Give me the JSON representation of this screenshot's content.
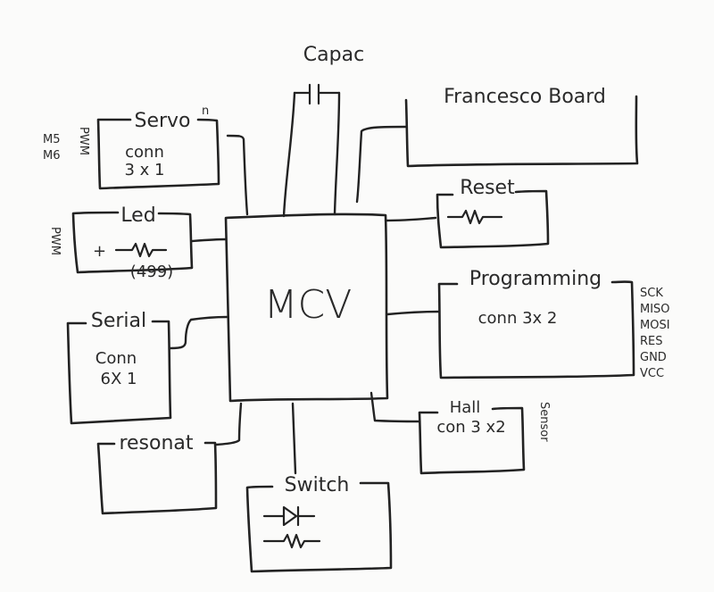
{
  "diagram": {
    "mcu": {
      "label": "MCV"
    },
    "capacitor": {
      "label": "Capac"
    },
    "board": {
      "label": "Francesco Board"
    },
    "reset": {
      "label": "Reset"
    },
    "programming": {
      "label": "Programming",
      "body": "conn 3x 2",
      "pins": [
        "SCK",
        "MISO",
        "MOSI",
        "RES",
        "GND",
        "VCC"
      ]
    },
    "servo": {
      "label": "Servo",
      "superscript": "n",
      "line1": "conn",
      "line2": "3 x 1",
      "side_pins": [
        "M5",
        "M6"
      ],
      "side_vertical": "PWM"
    },
    "led": {
      "label": "Led",
      "plus": "+",
      "value": "(499)",
      "side_vertical": "PWM"
    },
    "serial": {
      "label": "Serial",
      "line1": "Conn",
      "line2": "6X 1"
    },
    "hall": {
      "label": "Hall",
      "body": "con 3 x2",
      "side_vertical": "Sensor"
    },
    "resonator": {
      "label": "resonat"
    },
    "switch": {
      "label": "Switch"
    }
  }
}
